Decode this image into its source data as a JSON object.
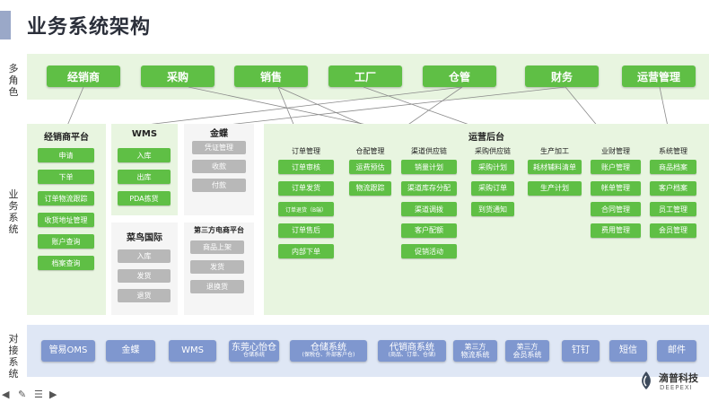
{
  "title": "业务系统架构",
  "row_labels": {
    "roles": "多角色",
    "systems": "业务系统",
    "integrations": "对接系统"
  },
  "roles": [
    "经销商",
    "采购",
    "销售",
    "工厂",
    "仓管",
    "财务",
    "运营管理"
  ],
  "dealer_platform": {
    "title": "经销商平台",
    "items": [
      "申请",
      "下单",
      "订单物流跟踪",
      "收货地址管理",
      "账户查询",
      "档案查询"
    ]
  },
  "wms": {
    "title": "WMS",
    "items": [
      "入库",
      "出库",
      "PDA拣货"
    ]
  },
  "kingdee": {
    "title": "金蝶",
    "items": [
      "凭证管理",
      "收款",
      "付款"
    ]
  },
  "cainiao": {
    "title": "菜鸟国际",
    "items": [
      "入库",
      "发货",
      "退货"
    ]
  },
  "thirdparty_ec": {
    "title": "第三方电商平台",
    "items": [
      "商品上架",
      "发货",
      "退换货"
    ]
  },
  "ops_backend": {
    "title": "运营后台",
    "columns": [
      {
        "head": "订单管理",
        "items": [
          "订单审核",
          "订单发货",
          "订单退货（B端）",
          "订单售后",
          "内部下单"
        ]
      },
      {
        "head": "仓配管理",
        "items": [
          "运费预估",
          "物流跟踪"
        ]
      },
      {
        "head": "渠道供应链",
        "items": [
          "销量计划",
          "渠道库存分配",
          "渠道调拨",
          "客户配额",
          "促销活动"
        ]
      },
      {
        "head": "采购供应链",
        "items": [
          "采购计划",
          "采购订单",
          "到货通知"
        ]
      },
      {
        "head": "生产加工",
        "items": [
          "耗材辅料清单",
          "生产计划"
        ]
      },
      {
        "head": "业财管理",
        "items": [
          "账户管理",
          "帐单管理",
          "合同管理",
          "费用管理"
        ]
      },
      {
        "head": "系统管理",
        "items": [
          "商品档案",
          "客户档案",
          "员工管理",
          "会员管理"
        ]
      }
    ]
  },
  "integrations": [
    {
      "main": "管易OMS",
      "sub": ""
    },
    {
      "main": "金蝶",
      "sub": ""
    },
    {
      "main": "WMS",
      "sub": ""
    },
    {
      "main": "东莞心怡仓",
      "sub": "仓储系统"
    },
    {
      "main": "仓储系统",
      "sub": "(保税仓、外部客户仓)"
    },
    {
      "main": "代销商系统",
      "sub": "(商品、订单、仓储)"
    },
    {
      "main": "第三方",
      "sub2": "物流系统"
    },
    {
      "main": "第三方",
      "sub2": "会员系统"
    },
    {
      "main": "钉钉",
      "sub": ""
    },
    {
      "main": "短信",
      "sub": ""
    },
    {
      "main": "邮件",
      "sub": ""
    }
  ],
  "logo": {
    "name": "滴普科技",
    "en": "DEEPEXI"
  },
  "colors": {
    "green": "#5fbf45",
    "light_green": "#e8f5e0",
    "blue": "#7f97cf",
    "light_blue": "#dfe7f5",
    "gray": "#b8b8b8"
  }
}
